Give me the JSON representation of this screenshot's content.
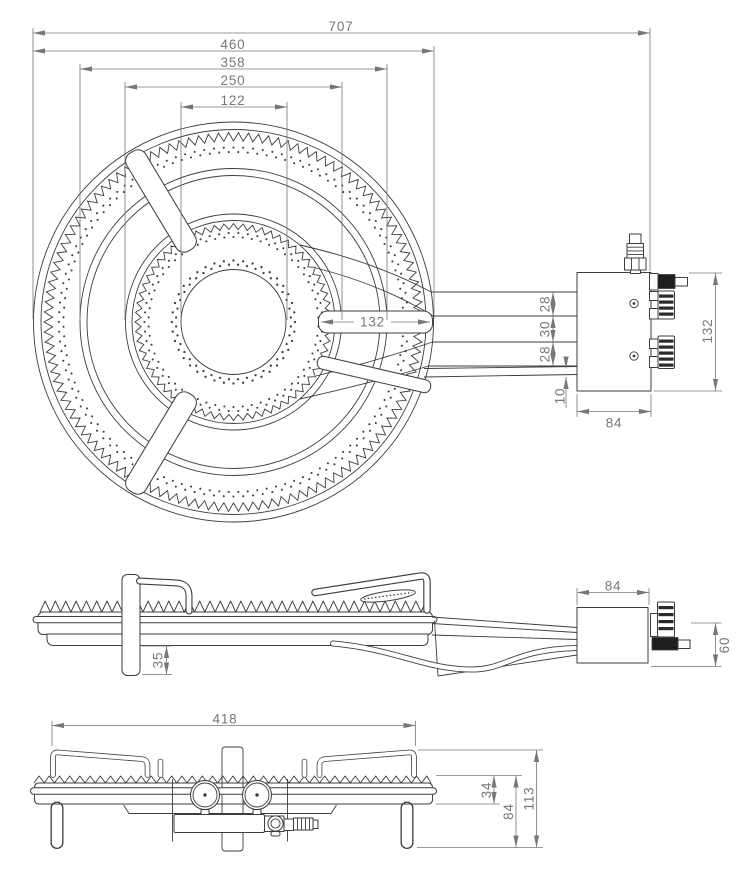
{
  "colors": {
    "line": "#3d3d3d",
    "dim": "#777777",
    "dark_fill": "#1e1e1e",
    "background": "#ffffff"
  },
  "top_view": {
    "dims": {
      "overall_width": "707",
      "outer_diameter": "460",
      "flame_ring_diameter": "358",
      "mid_ring_diameter": "250",
      "center_hole_diameter": "122",
      "support_bar_length": "132",
      "tube_spacing_top": "28",
      "tube_spacing_mid": "30",
      "tube_spacing_bottom": "28",
      "pilot_tube_width": "10",
      "valve_block_width": "84",
      "valve_block_height": "132"
    }
  },
  "side_view": {
    "dims": {
      "valve_block_width": "84",
      "valve_block_height": "60",
      "support_overhang": "35"
    }
  },
  "front_view": {
    "dims": {
      "support_span": "418",
      "body_height": "34",
      "leg_height": "84",
      "total_height": "113"
    }
  }
}
